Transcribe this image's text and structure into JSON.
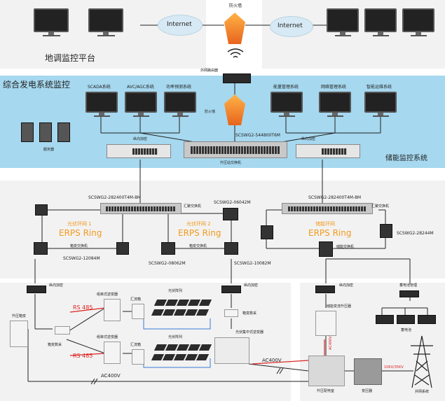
{
  "top": {
    "title": "地调监控平台",
    "internet_left": "Internet",
    "internet_right": "Internet",
    "firewall": "防火墙",
    "router": "外网路由器"
  },
  "middle": {
    "title": "综合发电系统监控",
    "storage_title": "储能监控系统",
    "systems": [
      "SCADA系统",
      "AVC/AGC系统",
      "功率预测系统",
      "能量管理系统",
      "网络管理系统",
      "智能运维系统"
    ],
    "firewall": "防火墙",
    "core_switch": "SCSWG2-544800T6M",
    "server": "服务器",
    "encrypt_left": "纵向加密",
    "encrypt_right": "纵向加密",
    "booster_switch": "升压站交换机"
  },
  "rings": {
    "left_switch": "SCSWG2-282400T4M-8M",
    "left_agg": "汇聚交换机",
    "mid_switch": "SCSWG2-06042M",
    "ring1_name": "光伏环网 1",
    "ring2_name": "光伏环网 2",
    "ring_label": "ERPS Ring",
    "box_switch": "箱变交换机",
    "sw_12084": "SCSWG2-12084M",
    "sw_08062": "SCSWG2-08062M",
    "sw_10082": "SCSWG2-10082M",
    "right_switch": "SCSWG2-282400T4M-8M",
    "right_agg": "汇聚交换机",
    "storage_ring_name": "储能环网",
    "storage_ring_label": "ERPS Ring",
    "sw_28244": "SCSWG2-28244M",
    "storage_switch": "储能交换机"
  },
  "bottom": {
    "encrypt1": "纵向加密",
    "encrypt2": "纵向加密",
    "encrypt3": "纵向加密",
    "string_inverter1": "组串式逆变器",
    "string_inverter2": "组串式逆变器",
    "combiner1": "汇流箱",
    "combiner2": "汇流箱",
    "pv_array1": "光伏阵列",
    "pv_array2": "光伏阵列",
    "rs485_1": "RS 485",
    "rs485_2": "RS 485",
    "boost_box": "升压箱变",
    "box_data": "箱变数采",
    "box_data2": "箱变数采",
    "central_inverter": "光伏集中式逆变器",
    "ac400_left": "AC400V",
    "ac400_mid": "AC400V",
    "storage_converter": "储能变流升压器",
    "bms": "蓄电池管理",
    "battery": "蓄电池",
    "ac400_vertical": "AC400V",
    "switchgear": "升压配电室",
    "transformer": "变压器",
    "voltage": "10KV/35KV",
    "grid_tower": "并网系统"
  }
}
